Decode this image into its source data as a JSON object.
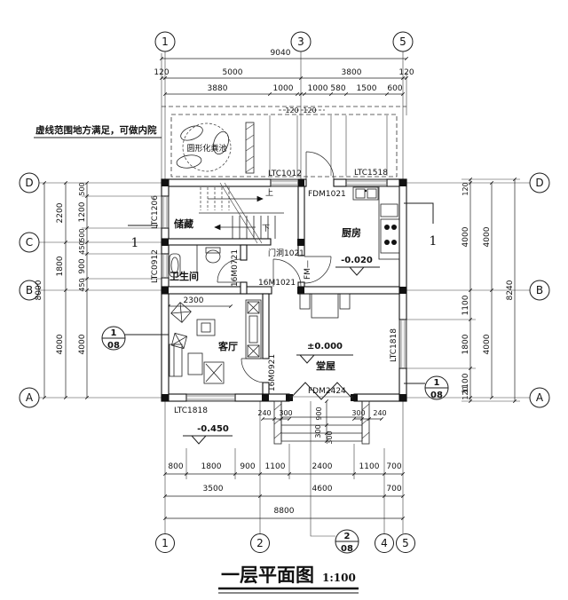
{
  "drawing": {
    "title": "一层平面图",
    "scale": "1:100"
  },
  "notes": {
    "courtyard": "虚线范围地方满足，可做内院",
    "septic_tank": "圆形化粪池"
  },
  "rooms": {
    "storage": "储藏",
    "kitchen": "厨房",
    "bathroom": "卫生间",
    "living": "客厅",
    "hall": "堂屋"
  },
  "stairs": {
    "up": "上",
    "down": "下"
  },
  "levels": {
    "kitchen": "-0.020",
    "hall": "±0.000",
    "outdoor": "-0.450"
  },
  "openings": {
    "ltc1012": "LTC1012",
    "ltc1518": "LTC1518",
    "fdm1021": "FDM1021",
    "ltc1206": "LTC1206",
    "ltc0912": "LTC0912",
    "m0721": "16M0721",
    "mendong": "门洞1021",
    "m1021": "16M1021",
    "fm": "FM—",
    "m0921": "16M0921",
    "ltc1818_south": "LTC1818",
    "ltc1818_east": "LTC1818",
    "fdm2424": "FDM2424"
  },
  "axes": {
    "top": [
      "1",
      "3",
      "5"
    ],
    "bottom": [
      "1",
      "2",
      "4",
      "5"
    ],
    "left": [
      "D",
      "C",
      "B",
      "A"
    ],
    "right": [
      "D",
      "B",
      "A"
    ]
  },
  "section_marks": {
    "left_num": "1",
    "left_sheet": "08",
    "right_num": "1",
    "right_sheet": "08",
    "bottom_num": "2",
    "bottom_sheet": "08",
    "cut_left": "1",
    "cut_right": "1"
  },
  "dims": {
    "top_total": "9040",
    "top_row2": [
      "120",
      "5000",
      "3800",
      "120"
    ],
    "top_row3": [
      "3880",
      "1000",
      "1000",
      "580",
      "1500",
      "600"
    ],
    "top_row4": [
      "120",
      "120"
    ],
    "left_total": "8000",
    "left_row2": [
      "2200",
      "1800",
      "4000"
    ],
    "left_row3": [
      "500",
      "1200",
      "500",
      "450",
      "900",
      "450",
      "4000"
    ],
    "right_total": "8240",
    "right_row1": [
      "120",
      "4000",
      "1100",
      "1800",
      "1100",
      "120"
    ],
    "right_row2": [
      "4000",
      "4000"
    ],
    "bottom_row1": [
      "800",
      "1800",
      "900",
      "1100",
      "2400",
      "1100",
      "700"
    ],
    "bottom_row2": [
      "3500",
      "4600",
      "700"
    ],
    "bottom_total": "8800",
    "living_width": "2300",
    "porch_left": [
      "240",
      "300"
    ],
    "porch_right": [
      "300",
      "240"
    ],
    "porch_vertical": [
      "900",
      "300",
      "300"
    ]
  }
}
